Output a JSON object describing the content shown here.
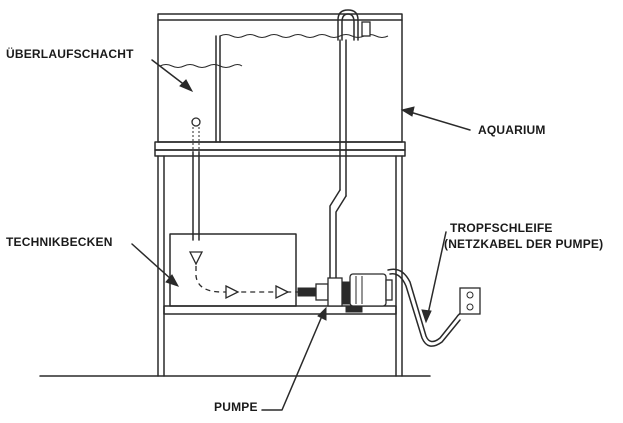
{
  "labels": {
    "ueberlaufschacht": "ÜBERLAUFSCHACHT",
    "aquarium": "AQUARIUM",
    "technikbecken": "TECHNIKBECKEN",
    "tropfschleife_line1": "TROPFSCHLEIFE",
    "tropfschleife_line2": "(NETZKABEL DER PUMPE)",
    "pumpe": "PUMPE"
  }
}
